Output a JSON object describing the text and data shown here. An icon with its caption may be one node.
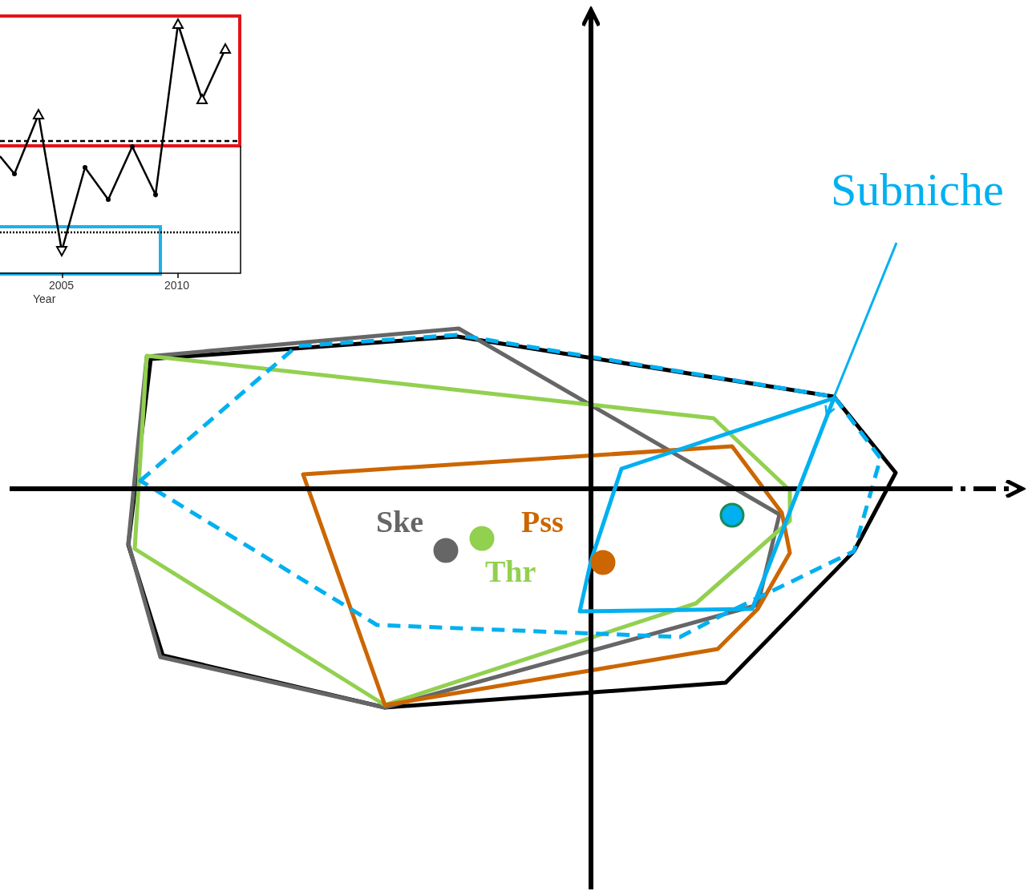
{
  "diagram": {
    "nodes": [
      {
        "text": [
          "Subniche"
        ]
      },
      {
        "text": [],
        "shape": "polygon"
      }
    ],
    "edges": [
      {
        "from": 0,
        "to": 1,
        "arrow": "to"
      }
    ],
    "labels": [
      "Ske",
      "Pss",
      "Thr",
      "2005",
      "2010",
      "Year"
    ]
  }
}
